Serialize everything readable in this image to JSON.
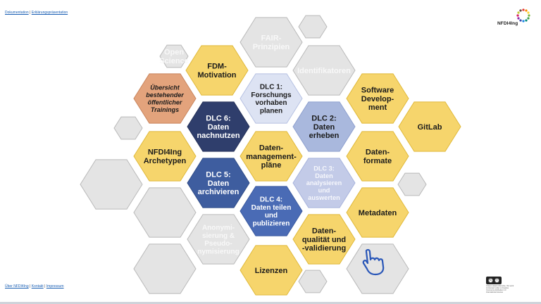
{
  "top_links": {
    "doc": "Dokumentation",
    "sep": "|",
    "presentation": "Erklärungspräsentation"
  },
  "bottom_links": {
    "about": "Über NFDI4Ing",
    "sep1": "|",
    "contact": "Kontakt",
    "sep2": "|",
    "imprint": "Impressum"
  },
  "logo": {
    "text": "NFDI4Ing"
  },
  "license": {
    "badge": "cc by",
    "text": "Unless stated otherwise, this work is licensed under a Creative Commons Attribution 4.0 International License"
  },
  "colors": {
    "yellow": "#f6d56c",
    "yellow_border": "#e0b93a",
    "gray": "#e4e4e4",
    "gray_border": "#b9b9b9",
    "dark_navy": "#2f3e6c",
    "mid_blue": "#3e5d9f",
    "blue4": "#4a6bb5",
    "light_blue": "#a9b8dd",
    "lighter_blue": "#c3cbe8",
    "pale_blue": "#dde3f3",
    "salmon": "#e3a37c"
  },
  "hexagons": [
    {
      "label": "FAIR-\nPrinzipien",
      "style": "gray"
    },
    {
      "label": "",
      "style": "gray"
    },
    {
      "label": "Open\nScience",
      "style": "gray"
    },
    {
      "label": "FDM-\nMotivation",
      "style": "yellow"
    },
    {
      "label": "Identifikatoren",
      "style": "gray"
    },
    {
      "label": "DLC 1:\nForschungs\nvorhaben\nplanen",
      "style": "pale_blue"
    },
    {
      "label": "Übersicht\nbestehender\nöffentlicher\nTrainings",
      "style": "salmon"
    },
    {
      "label": "Software\nDevelop-\nment",
      "style": "yellow"
    },
    {
      "label": "DLC 6:\nDaten\nnachnutzen",
      "style": "dark_navy"
    },
    {
      "label": "DLC 2:\nDaten\nerheben",
      "style": "light_blue"
    },
    {
      "label": "GitLab",
      "style": "yellow"
    },
    {
      "label": "",
      "style": "gray"
    },
    {
      "label": "Daten-\nmanagement-\npläne",
      "style": "yellow"
    },
    {
      "label": "NFDI4Ing\nArchetypen",
      "style": "yellow"
    },
    {
      "label": "Daten-\nformate",
      "style": "yellow"
    },
    {
      "label": "",
      "style": "gray"
    },
    {
      "label": "DLC 5:\nDaten\narchivieren",
      "style": "mid_blue"
    },
    {
      "label": "DLC 3:\nDaten\nanalysieren\nund\nauswerten",
      "style": "lighter_blue"
    },
    {
      "label": "",
      "style": "gray"
    },
    {
      "label": "",
      "style": "gray"
    },
    {
      "label": "DLC 4:\nDaten teilen\nund\npublizieren",
      "style": "blue4"
    },
    {
      "label": "Metadaten",
      "style": "yellow"
    },
    {
      "label": "Anonymi-\nsierung &\nPseudo-\nnymisierung",
      "style": "gray"
    },
    {
      "label": "Daten-\nqualität und\n-validierung",
      "style": "yellow"
    },
    {
      "label": "Lizenzen",
      "style": "yellow"
    },
    {
      "label": "",
      "style": "gray"
    },
    {
      "label": "",
      "style": "gray"
    },
    {
      "label": "",
      "style": "gray"
    }
  ]
}
